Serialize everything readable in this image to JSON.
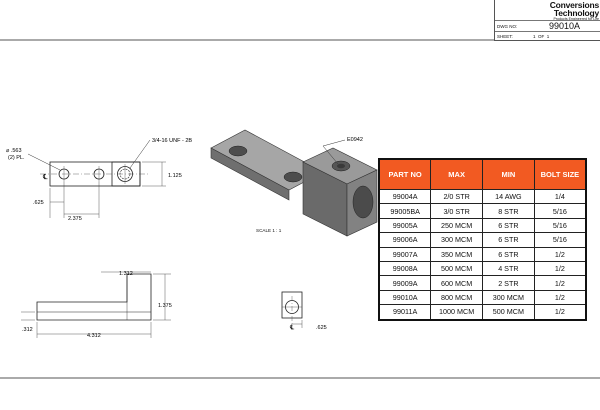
{
  "title_block": {
    "logo_line1": "Conversions",
    "logo_line2": "Technology",
    "logo_tagline": "Products Engineered for Life",
    "dwg_no_label": "DWG NO:",
    "dwg_no": "99010A",
    "sheet_label": "SHEET:",
    "sheet_value": "1  OF  1"
  },
  "top_view": {
    "hole_callout": "⌀ .563",
    "hole_callout_2": "(2) PL.",
    "thread_callout": "3/4-16 UNF - 2B",
    "dim_height": "1.125",
    "dim_left": ".625",
    "dim_spacing": "2.375",
    "centerline": "℄"
  },
  "iso_view": {
    "part_label": "E0942",
    "scale": "SCALE 1 : 1"
  },
  "side_view": {
    "dim_width": "1.312",
    "dim_height": "1.375",
    "dim_thickness": ".312",
    "dim_length": "4.312"
  },
  "end_view": {
    "dim_offset": ".625",
    "centerline": "℄"
  },
  "table": {
    "headers": [
      "PART NO",
      "MAX",
      "MIN",
      "BOLT SIZE"
    ],
    "rows": [
      [
        "99004A",
        "2/0 STR",
        "14 AWG",
        "1/4"
      ],
      [
        "99005BA",
        "3/0 STR",
        "8 STR",
        "5/16"
      ],
      [
        "99005A",
        "250 MCM",
        "6 STR",
        "5/16"
      ],
      [
        "99006A",
        "300 MCM",
        "6 STR",
        "5/16"
      ],
      [
        "99007A",
        "350 MCM",
        "6 STR",
        "1/2"
      ],
      [
        "99008A",
        "500 MCM",
        "4 STR",
        "1/2"
      ],
      [
        "99009A",
        "600 MCM",
        "2 STR",
        "1/2"
      ],
      [
        "99010A",
        "800 MCM",
        "300 MCM",
        "1/2"
      ],
      [
        "99011A",
        "1000 MCM",
        "500 MCM",
        "1/2"
      ]
    ]
  },
  "colors": {
    "header_bg": "#f25a22",
    "header_text": "#ffffff",
    "part_gray": "#7c7c7c"
  }
}
